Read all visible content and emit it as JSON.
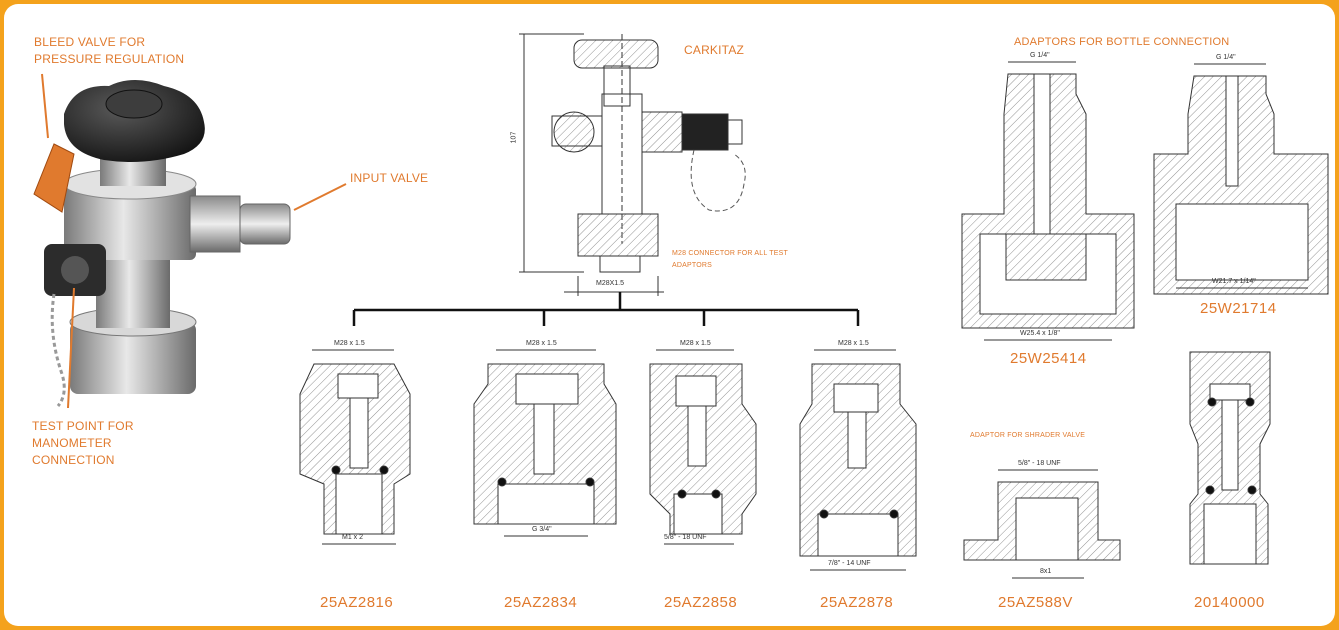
{
  "labels": {
    "bleed_valve": "BLEED VALVE FOR PRESSURE REGULATION",
    "input_valve": "INPUT VALVE",
    "test_point": "TEST POINT FOR MANOMETER CONNECTION",
    "carkitaz": "CARKITAZ",
    "m28_connector": "M28 CONNECTOR FOR ALL TEST ADAPTORS",
    "bottle_adaptors": "ADAPTORS FOR BOTTLE CONNECTION",
    "schrader_adaptor": "ADAPTOR FOR SHRADER VALVE"
  },
  "dimensions": {
    "height": "107",
    "carkitaz_thread": "M28X1.5",
    "a1_top": "M28 x 1.5",
    "a1_bottom": "M1 x 2",
    "a2_top": "M28 x 1.5",
    "a2_bottom": "G 3/4\"",
    "a3_top": "M28 x 1.5",
    "a3_bottom": "5/8\" - 18 UNF",
    "a4_top": "M28 x 1.5",
    "a4_bottom": "7/8\" - 14 UNF",
    "b1_top": "G 1/4\"",
    "b1_bottom": "W25.4 x 1/8\"",
    "b2_top": "G 1/4\"",
    "b2_bottom": "W21.7 x 1/14\"",
    "s_top": "5/8\" - 18 UNF",
    "s_bottom": "8x1"
  },
  "codes": {
    "a1": "25AZ2816",
    "a2": "25AZ2834",
    "a3": "25AZ2858",
    "a4": "25AZ2878",
    "s": "25AZ588V",
    "c": "20140000",
    "b1": "25W25414",
    "b2": "25W21714"
  },
  "colors": {
    "frame": "#f4a21c",
    "accent": "#e07a2e",
    "metal": "#c8c8c8",
    "knob": "#2a2a2a"
  }
}
